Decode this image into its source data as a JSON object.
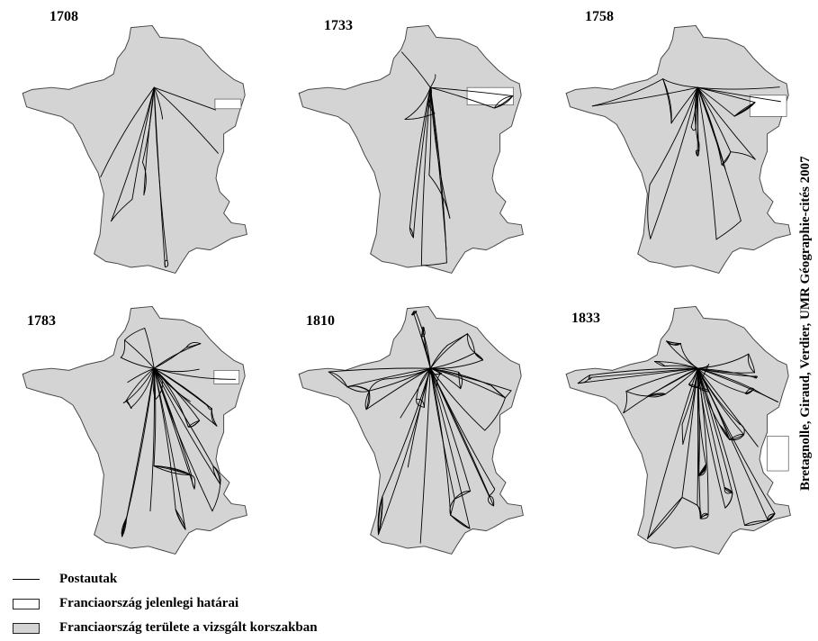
{
  "maps": [
    {
      "year": "1708"
    },
    {
      "year": "1733"
    },
    {
      "year": "1758"
    },
    {
      "year": "1783"
    },
    {
      "year": "1810"
    },
    {
      "year": "1833"
    }
  ],
  "credit": "Bretagnolle, Giraud, Verdier, UMR Géographie-cités 2007",
  "legend": {
    "roads": "Postautak",
    "borders": "Franciaország jelenlegi határai",
    "territory": "Franciaország területe a vizsgált korszakban"
  },
  "colors": {
    "territory": "#d4d4d4",
    "road": "#000000",
    "outline": "#444444"
  }
}
